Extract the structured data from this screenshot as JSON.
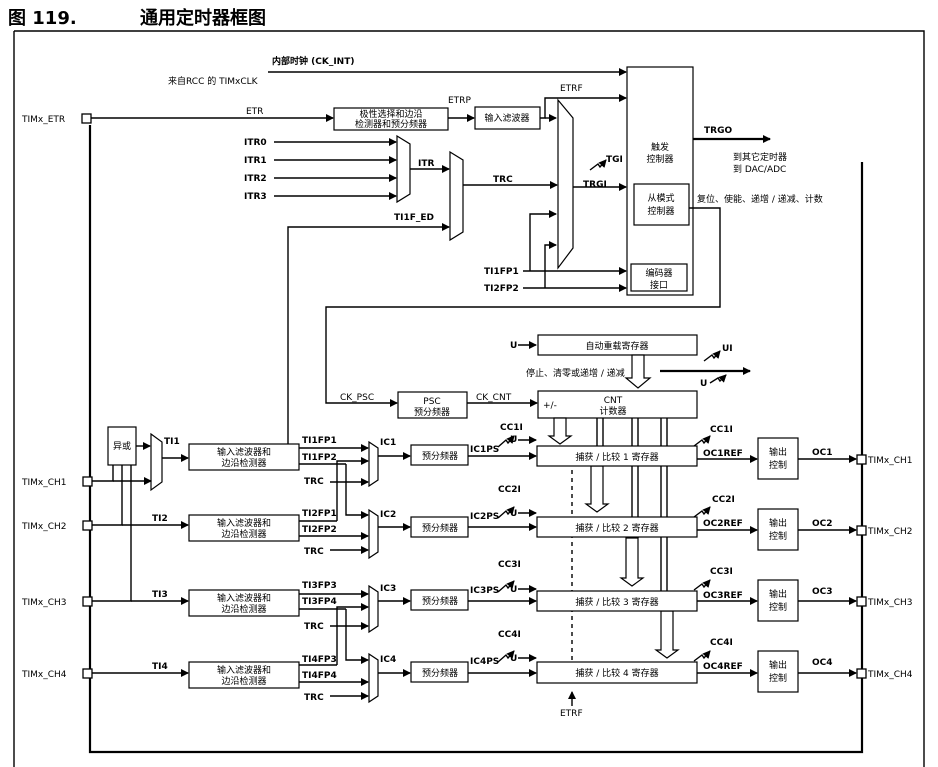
{
  "figure": {
    "number": "图 119.",
    "title": "通用定时器框图"
  },
  "clock": {
    "int_label": "内部时钟 (CK_INT)",
    "rcc_label": "来自RCC 的 TIMxCLK"
  },
  "pins": {
    "etr": "TIMx_ETR",
    "inputs": [
      "TIMx_CH1",
      "TIMx_CH2",
      "TIMx_CH3",
      "TIMx_CH4"
    ],
    "outputs": [
      "TIMx_CH1",
      "TIMx_CH2",
      "TIMx_CH3",
      "TIMx_CH4"
    ]
  },
  "trigger": {
    "etr": "ETR",
    "polarity_line1": "极性选择和边沿",
    "polarity_line2": "检测器和预分频器",
    "etrp": "ETRP",
    "input_filter": "输入滤波器",
    "etrf": "ETRF",
    "itr": [
      "ITR0",
      "ITR1",
      "ITR2",
      "ITR3"
    ],
    "itr_out": "ITR",
    "trc": "TRC",
    "ti1f_ed": "TI1F_ED",
    "trgi": "TRGI",
    "tgi": "TGI",
    "ti1fp1": "TI1FP1",
    "ti2fp2": "TI2FP2",
    "trgo": "TRGO",
    "trgo_dest1": "到其它定时器",
    "trgo_dest2": "到 DAC/ADC"
  },
  "controller": {
    "trigger_line1": "触发",
    "trigger_line2": "控制器",
    "slave_line1": "从模式",
    "slave_line2": "控制器",
    "slave_out": "复位、使能、递增 / 递减、计数",
    "encoder_line1": "编码器",
    "encoder_line2": "接口"
  },
  "counter": {
    "autoreload": "自动重载寄存器",
    "u_label": "U",
    "ui_label": "UI",
    "stop_clear": "停止、清零或递增 / 递减",
    "ck_psc": "CK_PSC",
    "psc": "PSC",
    "psc_sub": "预分频器",
    "ck_cnt": "CK_CNT",
    "cnt": "CNT",
    "cnt_sub": "计数器",
    "updown": "+/-"
  },
  "channels": [
    {
      "ti": "TI1",
      "fp_a": "TI1FP1",
      "fp_b": "TI1FP2",
      "trc": "TRC",
      "ic": "IC1",
      "icps": "IC1PS",
      "cci": "CC1I",
      "reg": "捕获 / 比较 1 寄存器",
      "ocref": "OC1REF",
      "oc": "OC1"
    },
    {
      "ti": "TI2",
      "fp_a": "TI2FP1",
      "fp_b": "TI2FP2",
      "trc": "TRC",
      "ic": "IC2",
      "icps": "IC2PS",
      "cci": "CC2I",
      "reg": "捕获 / 比较 2 寄存器",
      "ocref": "OC2REF",
      "oc": "OC2"
    },
    {
      "ti": "TI3",
      "fp_a": "TI3FP3",
      "fp_b": "TI3FP4",
      "trc": "TRC",
      "ic": "IC3",
      "icps": "IC3PS",
      "cci": "CC3I",
      "reg": "捕获 / 比较 3 寄存器",
      "ocref": "OC3REF",
      "oc": "OC3"
    },
    {
      "ti": "TI4",
      "fp_a": "TI4FP3",
      "fp_b": "TI4FP4",
      "trc": "TRC",
      "ic": "IC4",
      "icps": "IC4PS",
      "cci": "CC4I",
      "reg": "捕获 / 比较 4 寄存器",
      "ocref": "OC4REF",
      "oc": "OC4"
    }
  ],
  "common": {
    "filter_line1": "输入滤波器和",
    "filter_line2": "边沿检测器",
    "prescaler": "预分频器",
    "out_line1": "输出",
    "out_line2": "控制",
    "xor": "异或",
    "etrf_bottom": "ETRF",
    "u": "U"
  }
}
